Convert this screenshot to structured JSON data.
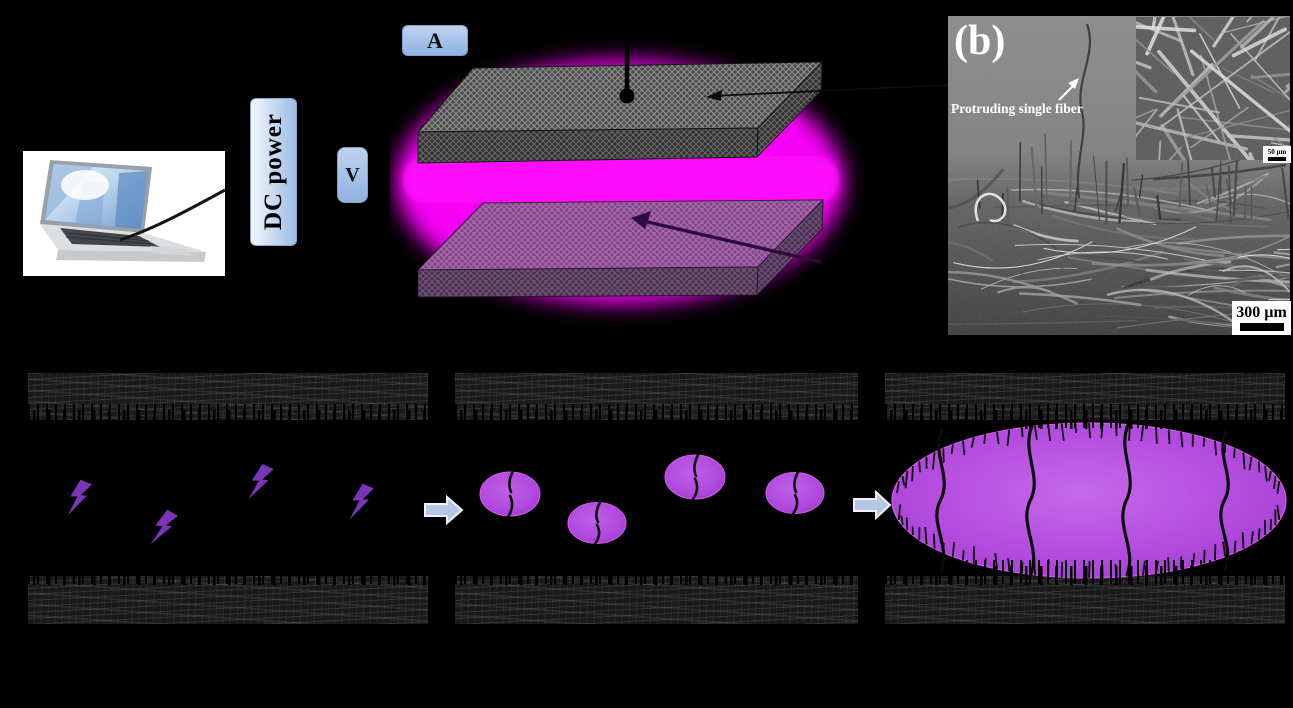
{
  "apparatus": {
    "ammeter_label": "A",
    "voltmeter_label": "V",
    "power_supply_label": "DC power"
  },
  "sem_panel": {
    "panel_label": "(b)",
    "annotation": "Protruding single fiber",
    "inset_scale_label": "50 µm",
    "scale_label": "300 µm"
  },
  "colors": {
    "background": "#000000",
    "meter_badge_blue": "#9BBCE6",
    "plasma_glow_magenta": "#FF00FF",
    "discharge_purple": "#B44EE0",
    "lightning_bolt_purple": "#7A35B8",
    "stage_arrow_blue": "#B5C7E4"
  },
  "icons": {
    "lightning_bolt_icon": "⚡",
    "stage_arrow_icon": "➡",
    "electrode_pointer_arrow_icon": "←",
    "annotation_arrow_icon": "↗"
  }
}
